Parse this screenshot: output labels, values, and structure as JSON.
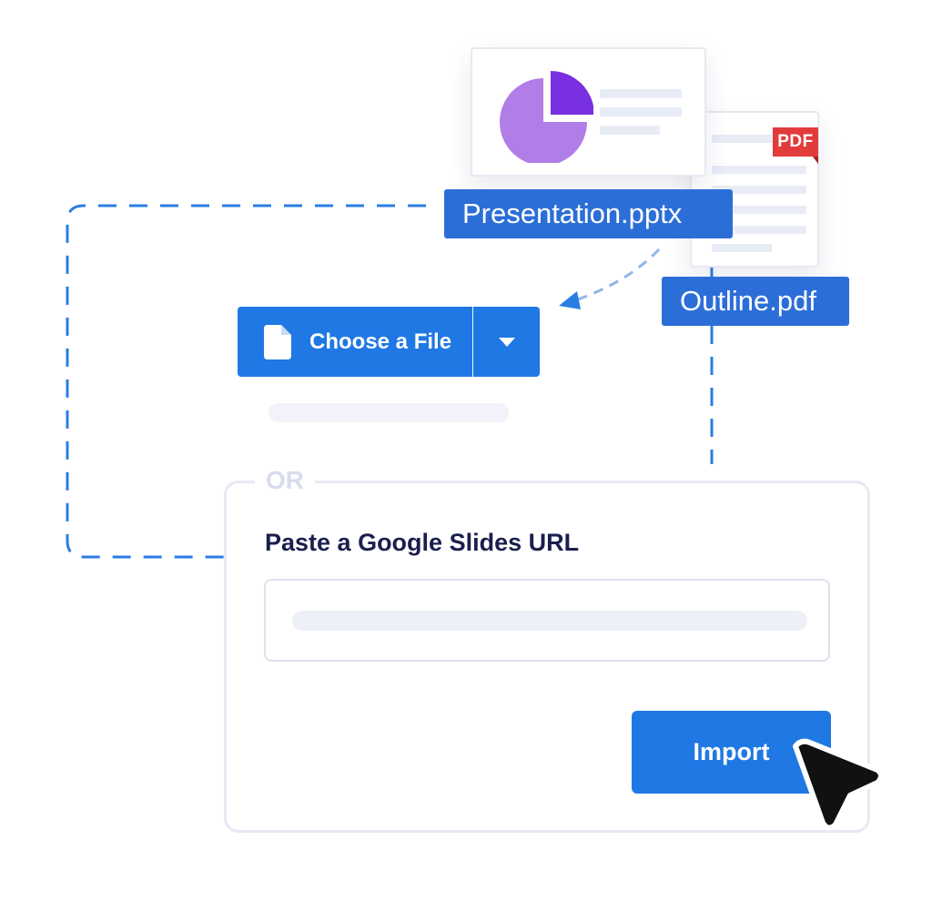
{
  "files": {
    "presentation_label": "Presentation.pptx",
    "pdf_label": "Outline.pdf",
    "pdf_badge": "PDF"
  },
  "upload": {
    "choose_file_label": "Choose a File"
  },
  "google_slides": {
    "or_label": "OR",
    "title": "Paste a Google Slides URL",
    "url_value": "",
    "import_label": "Import"
  },
  "icons": {
    "pie": "pie-chart-icon",
    "document": "document-icon",
    "caret": "caret-down-icon",
    "cursor": "mouse-pointer-icon"
  },
  "colors": {
    "primary": "#1f78e3",
    "label": "#2c6ed8",
    "pdf_badge": "#e23b3b",
    "pie_light": "#b17de6",
    "pie_dark": "#7a2fe0",
    "title_text": "#1a1f4e"
  }
}
